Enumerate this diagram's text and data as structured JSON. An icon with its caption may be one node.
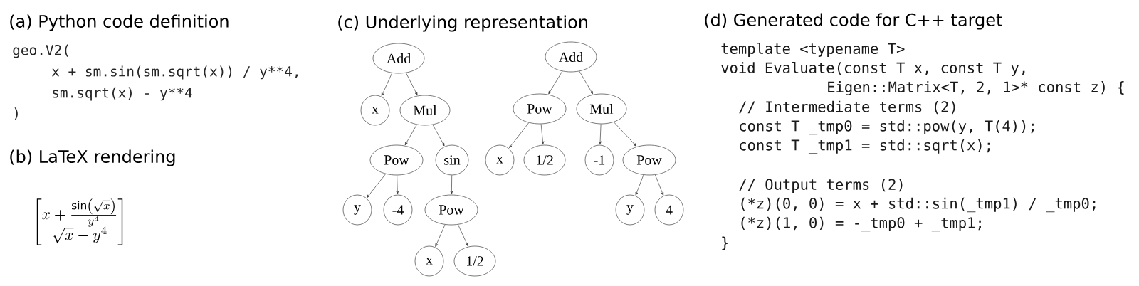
{
  "diagram": {
    "nodes": [
      {
        "text": [
          "Add"
        ]
      },
      {
        "text": [
          "x"
        ]
      },
      {
        "text": [
          "Mul"
        ]
      },
      {
        "text": [
          "Pow"
        ]
      },
      {
        "text": [
          "sin"
        ]
      },
      {
        "text": [
          "y"
        ]
      },
      {
        "text": [
          "-4"
        ]
      },
      {
        "text": [
          "Pow"
        ]
      },
      {
        "text": [
          "x"
        ]
      },
      {
        "text": [
          "1/2"
        ]
      },
      {
        "text": [
          "Add"
        ]
      },
      {
        "text": [
          "Pow"
        ]
      },
      {
        "text": [
          "Mul"
        ]
      },
      {
        "text": [
          "x"
        ]
      },
      {
        "text": [
          "1/2"
        ]
      },
      {
        "text": [
          "-1"
        ]
      },
      {
        "text": [
          "Pow"
        ]
      },
      {
        "text": [
          "y"
        ]
      },
      {
        "text": [
          "4"
        ]
      }
    ],
    "edges": [
      {
        "from": 0,
        "to": 1,
        "arrow": "to"
      },
      {
        "from": 0,
        "to": 2,
        "arrow": "to"
      },
      {
        "from": 2,
        "to": 3,
        "arrow": "to"
      },
      {
        "from": 2,
        "to": 4,
        "arrow": "to"
      },
      {
        "from": 3,
        "to": 5,
        "arrow": "to"
      },
      {
        "from": 3,
        "to": 6,
        "arrow": "to"
      },
      {
        "from": 4,
        "to": 7,
        "arrow": "to"
      },
      {
        "from": 7,
        "to": 8,
        "arrow": "to"
      },
      {
        "from": 7,
        "to": 9,
        "arrow": "to"
      },
      {
        "from": 10,
        "to": 11,
        "arrow": "to"
      },
      {
        "from": 10,
        "to": 12,
        "arrow": "to"
      },
      {
        "from": 11,
        "to": 13,
        "arrow": "to"
      },
      {
        "from": 11,
        "to": 14,
        "arrow": "to"
      },
      {
        "from": 12,
        "to": 15,
        "arrow": "to"
      },
      {
        "from": 12,
        "to": 16,
        "arrow": "to"
      },
      {
        "from": 16,
        "to": 17,
        "arrow": "to"
      },
      {
        "from": 16,
        "to": 18,
        "arrow": "to"
      }
    ],
    "labels": [
      "(a) Python code definition",
      "geo.V2(",
      "x + sm.sin(sm.sqrt(x)) / y**4,",
      "sm.sqrt(x) - y**4",
      ")",
      "(b) LaTeX rendering",
      "\\begin{bmatrix} x + \\frac{\\sin\\left(\\sqrt{x}\\right)}{y^{4}} \\\\ \\sqrt{x} - y^{4} \\end{bmatrix}",
      "(c) Underlying representation",
      "(d) Generated code for C++ target",
      "template <typename T>",
      "void Evaluate(const T x, const T y,",
      "Eigen::Matrix<T, 2, 1>* const z) {",
      "// Intermediate terms (2)",
      "const T _tmp0 = std::pow(y, T(4));",
      "const T _tmp1 = std::sqrt(x);",
      "// Output terms (2)",
      "(*z)(0, 0) = x + std::sin(_tmp1) / _tmp0;",
      "(*z)(1, 0) = -_tmp0 + _tmp1;",
      "}"
    ]
  }
}
